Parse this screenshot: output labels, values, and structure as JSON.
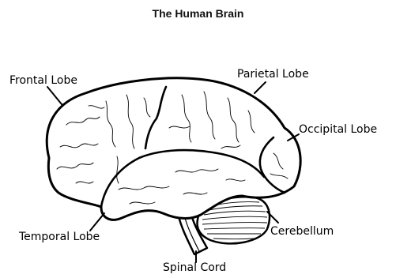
{
  "title": "The Human Brain",
  "labels": {
    "frontal": "Frontal Lobe",
    "parietal": "Parietal Lobe",
    "occipital": "Occipital Lobe",
    "cerebellum": "Cerebellum",
    "temporal": "Temporal Lobe",
    "spinal": "Spinal Cord"
  },
  "colors": {
    "outline": "#000000",
    "background": "#ffffff"
  }
}
